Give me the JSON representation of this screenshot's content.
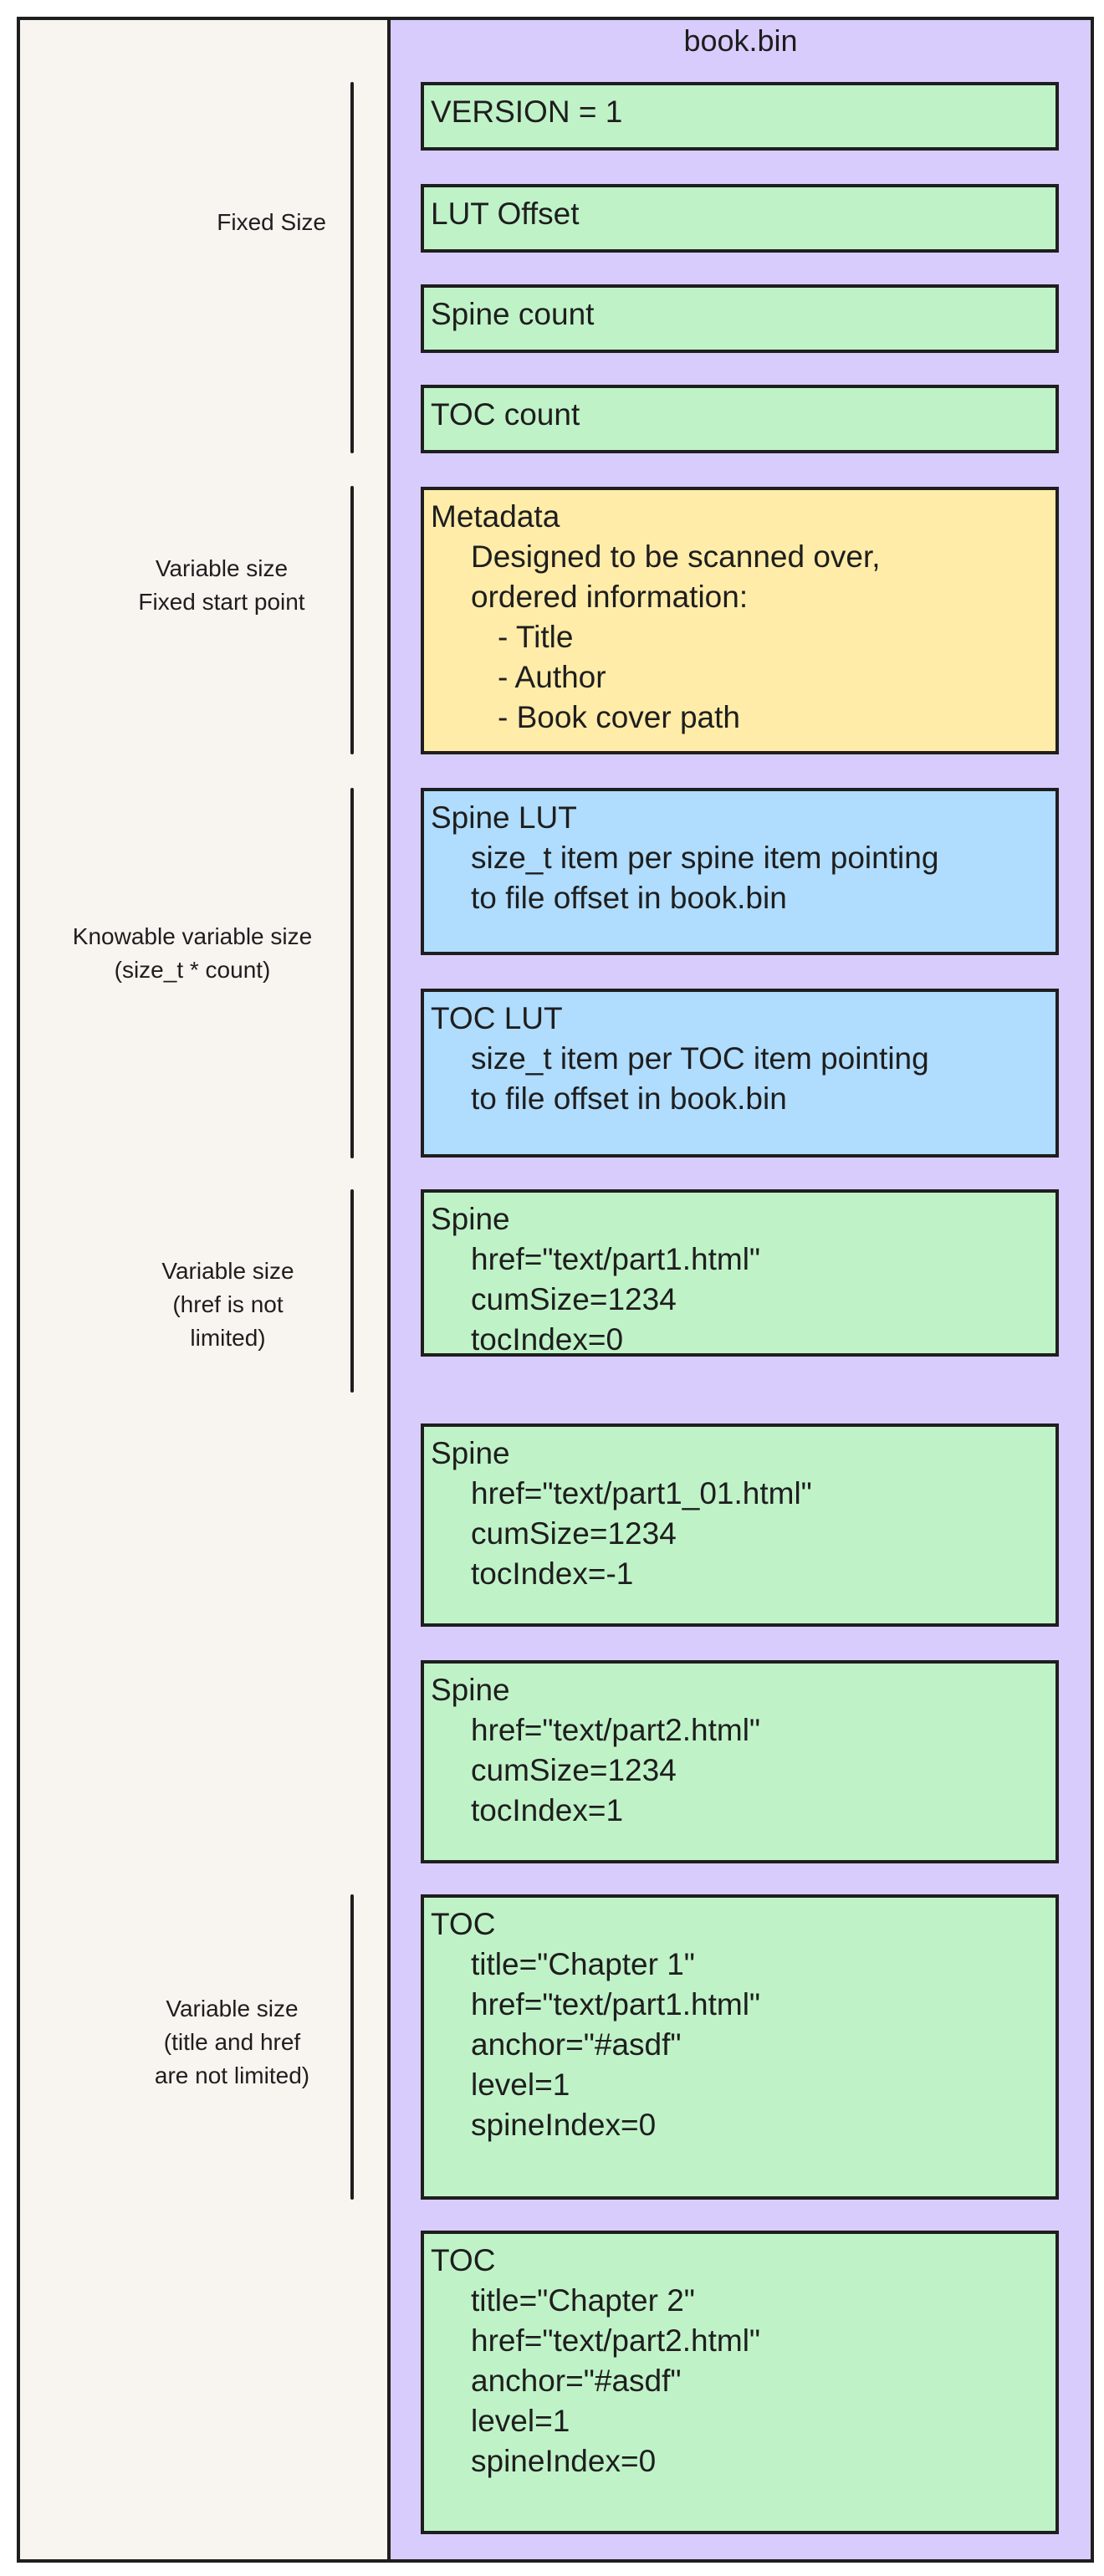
{
  "title": "book.bin",
  "colors": {
    "frame": "#1e1e1e",
    "left_pane": "#f8f4f0",
    "file_bg": "#d8ccfc",
    "green": "#c0f2c8",
    "yellow": "#ffeca8",
    "blue": "#b0dcfd"
  },
  "sections": [
    {
      "name": "fixed-size",
      "lines": [
        "Fixed Size"
      ]
    },
    {
      "name": "metadata-size",
      "lines": [
        "Variable size",
        "Fixed start point"
      ]
    },
    {
      "name": "lut-size",
      "lines": [
        "Knowable variable size",
        "(size_t * count)"
      ]
    },
    {
      "name": "spine-size",
      "lines": [
        "Variable size",
        "(href is not",
        "limited)"
      ]
    },
    {
      "name": "toc-size",
      "lines": [
        "Variable size",
        "(title and href",
        "are not limited)"
      ]
    }
  ],
  "blocks": [
    {
      "name": "version",
      "color": "green",
      "lines": [
        {
          "t": "VERSION = 1",
          "i": 0
        }
      ]
    },
    {
      "name": "lut-offset",
      "color": "green",
      "lines": [
        {
          "t": "LUT Offset",
          "i": 0
        }
      ]
    },
    {
      "name": "spine-count",
      "color": "green",
      "lines": [
        {
          "t": "Spine count",
          "i": 0
        }
      ]
    },
    {
      "name": "toc-count",
      "color": "green",
      "lines": [
        {
          "t": "TOC count",
          "i": 0
        }
      ]
    },
    {
      "name": "metadata",
      "color": "yellow",
      "lines": [
        {
          "t": "Metadata",
          "i": 0
        },
        {
          "t": "Designed to be scanned over,",
          "i": 1
        },
        {
          "t": "ordered information:",
          "i": 1
        },
        {
          "t": "- Title",
          "i": 2
        },
        {
          "t": "- Author",
          "i": 2
        },
        {
          "t": "- Book cover path",
          "i": 2
        }
      ]
    },
    {
      "name": "spine-lut",
      "color": "blue",
      "lines": [
        {
          "t": "Spine LUT",
          "i": 0
        },
        {
          "t": "size_t item per spine item pointing",
          "i": 1
        },
        {
          "t": "to file offset in book.bin",
          "i": 1
        }
      ]
    },
    {
      "name": "toc-lut",
      "color": "blue",
      "lines": [
        {
          "t": "TOC LUT",
          "i": 0
        },
        {
          "t": "size_t item per TOC item pointing",
          "i": 1
        },
        {
          "t": "to file offset in book.bin",
          "i": 1
        }
      ]
    },
    {
      "name": "spine-entry",
      "color": "green",
      "lines": [
        {
          "t": "Spine",
          "i": 0
        },
        {
          "t": "href=\"text/part1.html\"",
          "i": 1
        },
        {
          "t": "cumSize=1234",
          "i": 1
        },
        {
          "t": "tocIndex=0",
          "i": 1
        }
      ]
    },
    {
      "name": "spine-entry",
      "color": "green",
      "lines": [
        {
          "t": "Spine",
          "i": 0
        },
        {
          "t": "href=\"text/part1_01.html\"",
          "i": 1
        },
        {
          "t": "cumSize=1234",
          "i": 1
        },
        {
          "t": "tocIndex=-1",
          "i": 1
        }
      ]
    },
    {
      "name": "spine-entry",
      "color": "green",
      "lines": [
        {
          "t": "Spine",
          "i": 0
        },
        {
          "t": "href=\"text/part2.html\"",
          "i": 1
        },
        {
          "t": "cumSize=1234",
          "i": 1
        },
        {
          "t": "tocIndex=1",
          "i": 1
        }
      ]
    },
    {
      "name": "toc-entry",
      "color": "green",
      "lines": [
        {
          "t": "TOC",
          "i": 0
        },
        {
          "t": "title=\"Chapter 1\"",
          "i": 1
        },
        {
          "t": "href=\"text/part1.html\"",
          "i": 1
        },
        {
          "t": "anchor=\"#asdf\"",
          "i": 1
        },
        {
          "t": "level=1",
          "i": 1
        },
        {
          "t": "spineIndex=0",
          "i": 1
        }
      ]
    },
    {
      "name": "toc-entry",
      "color": "green",
      "lines": [
        {
          "t": "TOC",
          "i": 0
        },
        {
          "t": "title=\"Chapter 2\"",
          "i": 1
        },
        {
          "t": "href=\"text/part2.html\"",
          "i": 1
        },
        {
          "t": "anchor=\"#asdf\"",
          "i": 1
        },
        {
          "t": "level=1",
          "i": 1
        },
        {
          "t": "spineIndex=0",
          "i": 1
        }
      ]
    }
  ]
}
